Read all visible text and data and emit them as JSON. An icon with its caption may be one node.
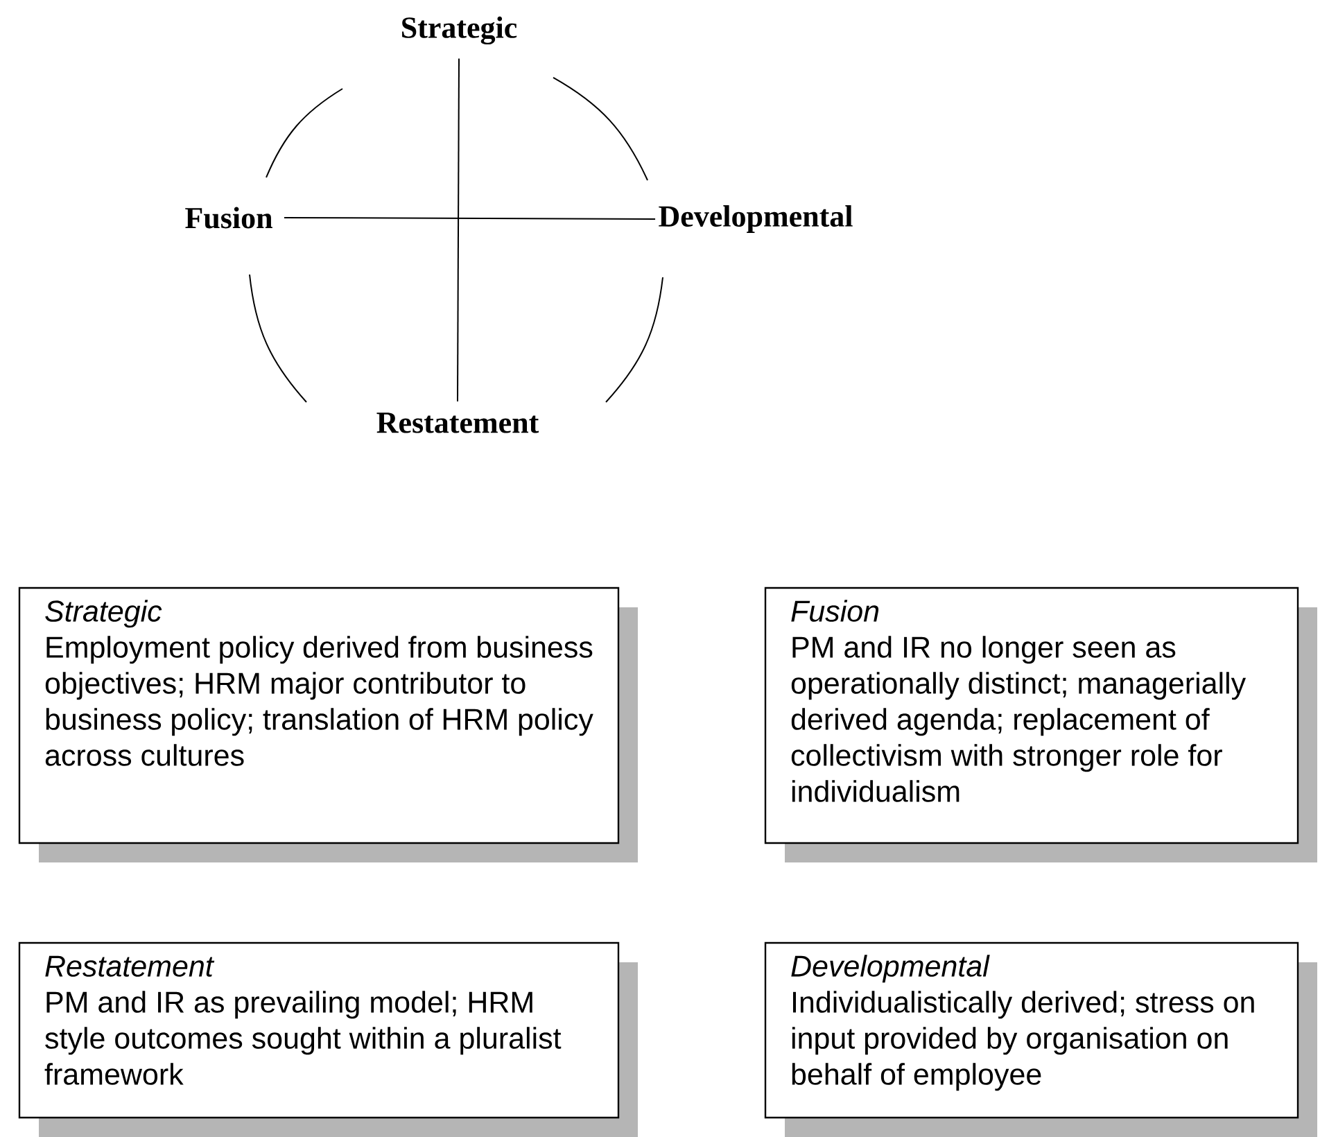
{
  "diagram": {
    "nodes": [
      {
        "text": [
          "Strategic"
        ]
      },
      {
        "text": [
          "Fusion"
        ]
      },
      {
        "text": [
          "Developmental"
        ]
      },
      {
        "text": [
          "Restatement"
        ]
      },
      {
        "text": [
          "Strategic",
          "Employment policy derived from business objectives; HRM major contributor to business policy; translation of HRM policy across cultures"
        ]
      },
      {
        "text": [
          "Fusion",
          "PM and IR no longer seen as operationally distinct; managerially derived agenda; replacement of collectivism with stronger role for individualism"
        ]
      },
      {
        "text": [
          "Restatement",
          "PM and IR as prevailing model; HRM style outcomes sought within a pluralist framework"
        ]
      },
      {
        "text": [
          "Developmental",
          "Individualistically derived; stress on input provided by organisation on behalf of employee"
        ]
      }
    ],
    "edges": [
      {
        "from": 0,
        "to": 3,
        "arrow": "none"
      },
      {
        "from": 1,
        "to": 2,
        "arrow": "none"
      }
    ]
  }
}
